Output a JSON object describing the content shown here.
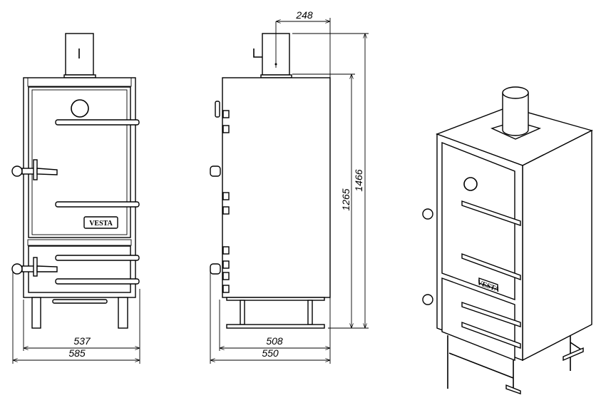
{
  "title": "Vesta smokehouse dimensional drawing",
  "brand_badge": "VESTA",
  "dimensions": {
    "chimney_offset": "248",
    "body_height": "1265",
    "total_height": "1466",
    "front_inner_width": "537",
    "front_total_width": "585",
    "side_inner_depth": "508",
    "side_total_depth": "550"
  }
}
